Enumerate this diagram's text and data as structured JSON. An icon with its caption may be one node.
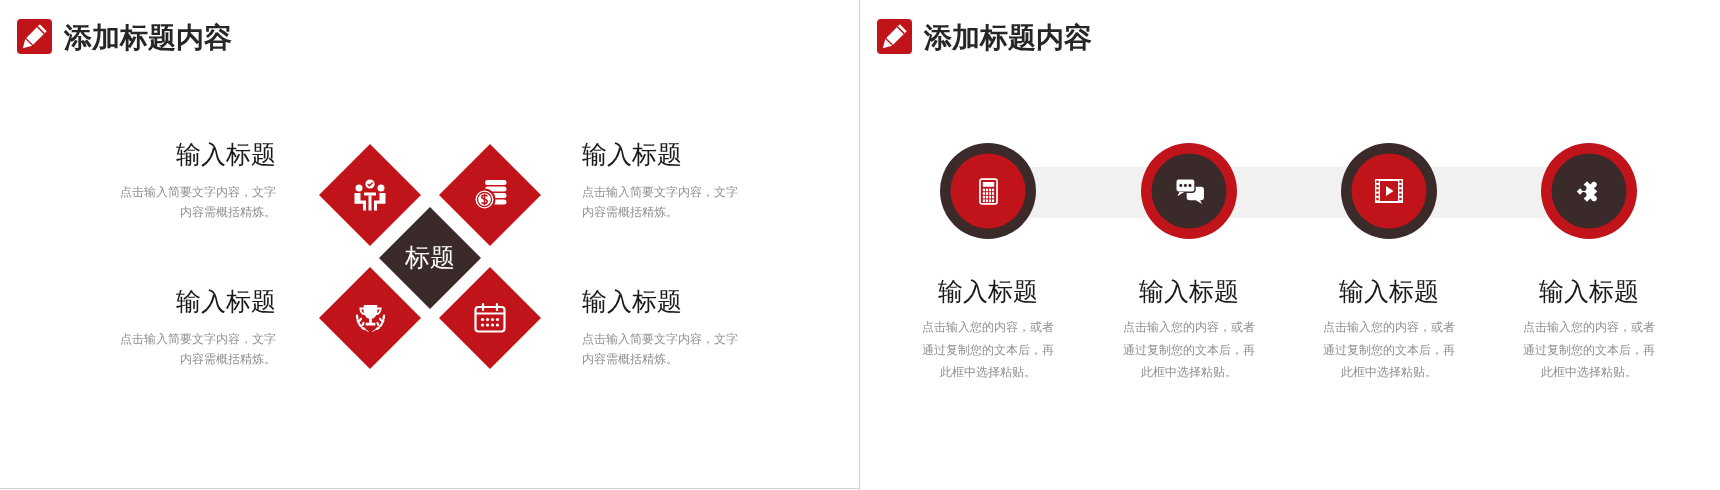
{
  "diagram": {
    "title": "添加标题内容",
    "nodes": [
      {
        "text": [],
        "shape": "diamond",
        "beside": [
          "输入标题",
          "点击输入简要文字内容，文字内容需概括精炼。"
        ]
      },
      {
        "text": [],
        "shape": "diamond",
        "beside": [
          "输入标题",
          "点击输入简要文字内容，文字内容需概括精炼。"
        ]
      },
      {
        "text": [
          "标题"
        ]
      },
      {
        "text": [],
        "shape": "diamond",
        "beside": [
          "输入标题",
          "点击输入简要文字内容，文字内容需概括精炼。"
        ]
      },
      {
        "text": [],
        "shape": "diamond",
        "beside": [
          "输入标题",
          "点击输入简要文字内容，文字内容需概括精炼。"
        ]
      },
      {
        "text": [],
        "shape": "circle",
        "beside": [
          "输入标题",
          "点击输入您的内容，或者通过复制您的文本后，再此框中选择粘贴。"
        ]
      },
      {
        "text": [],
        "shape": "circle",
        "beside": [
          "输入标题",
          "点击输入您的内容，或者通过复制您的文本后，再此框中选择粘贴。"
        ]
      },
      {
        "text": [],
        "shape": "circle",
        "beside": [
          "输入标题",
          "点击输入您的内容，或者通过复制您的文本后，再此框中选择粘贴。"
        ]
      },
      {
        "text": [],
        "shape": "circle",
        "beside": [
          "输入标题",
          "点击输入您的内容，或者通过复制您的文本后，再此框中选择粘贴。"
        ]
      }
    ],
    "labels": [
      "添加标题内容"
    ]
  }
}
